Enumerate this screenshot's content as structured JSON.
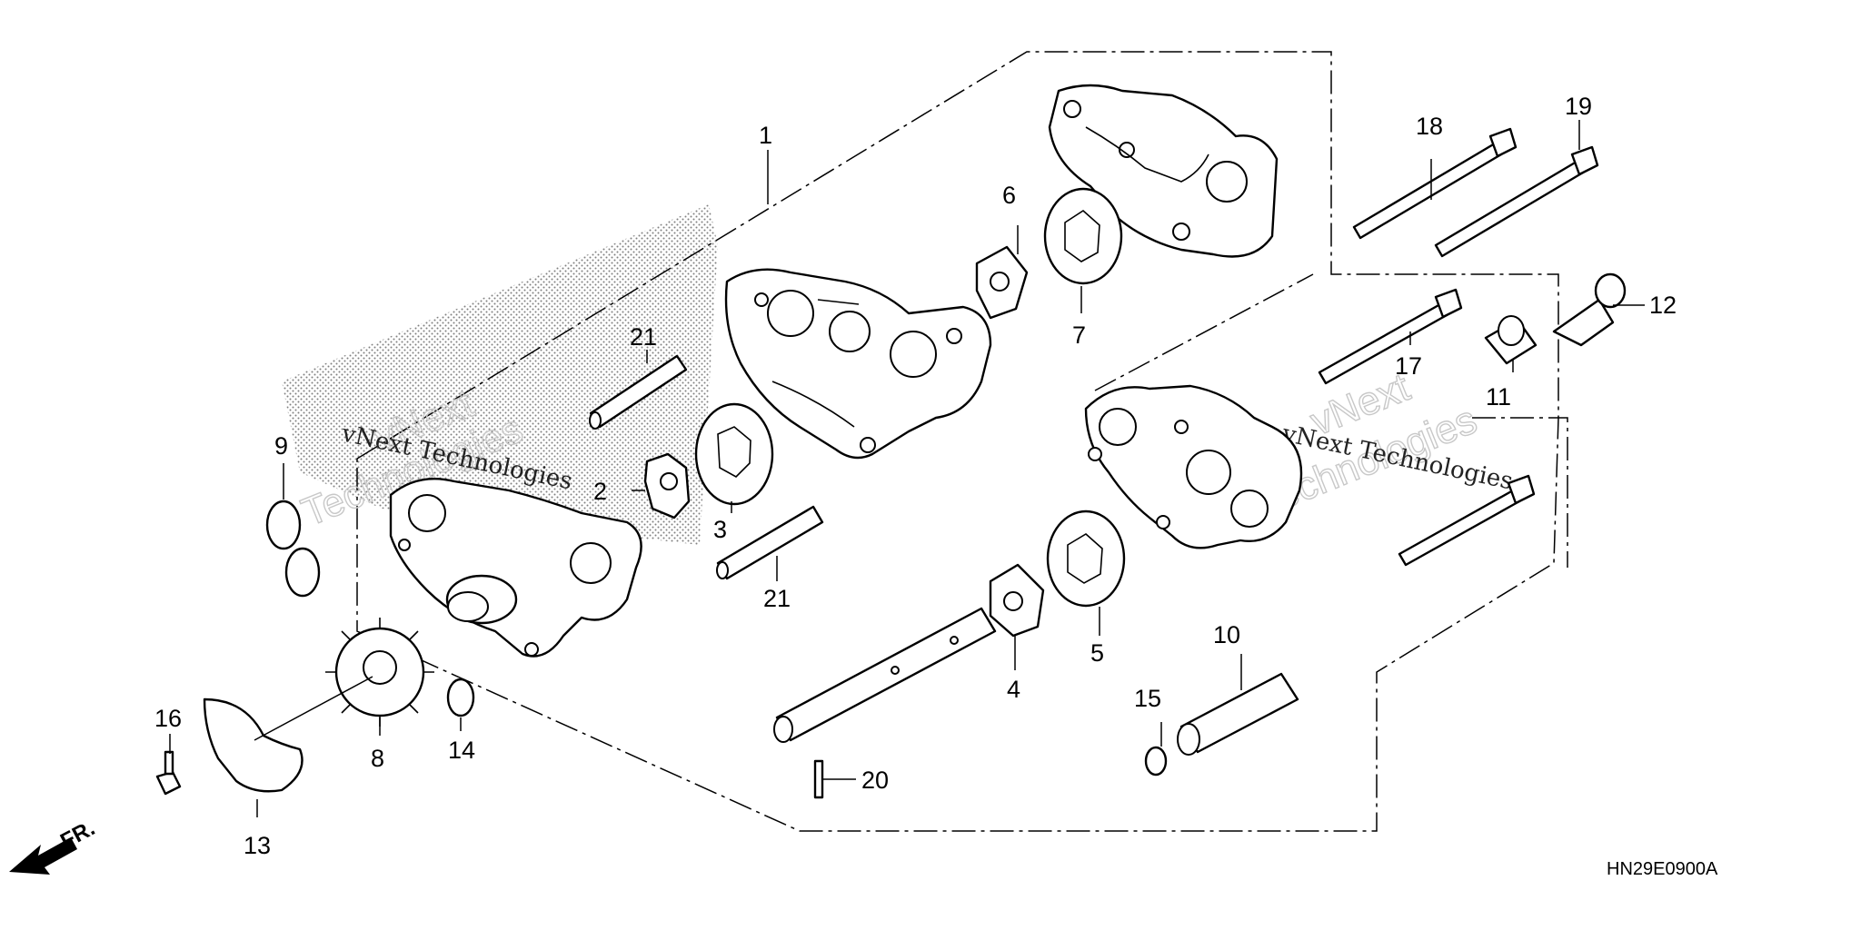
{
  "diagram": {
    "code": "HN29E0900A",
    "front_mark": "FR.",
    "watermark_main": "vNext Technologies",
    "watermark_line1": "vNext",
    "watermark_line2": "Technologies"
  },
  "callouts": {
    "c1": "1",
    "c2": "2",
    "c3": "3",
    "c4": "4",
    "c5": "5",
    "c6": "6",
    "c7": "7",
    "c8": "8",
    "c9": "9",
    "c10": "10",
    "c11": "11",
    "c12": "12",
    "c13": "13",
    "c14": "14",
    "c15": "15",
    "c16": "16",
    "c17": "17",
    "c18": "18",
    "c19": "19",
    "c20": "20",
    "c21a": "21",
    "c21b": "21"
  },
  "icons": {
    "front_arrow": "front-arrow-icon"
  }
}
